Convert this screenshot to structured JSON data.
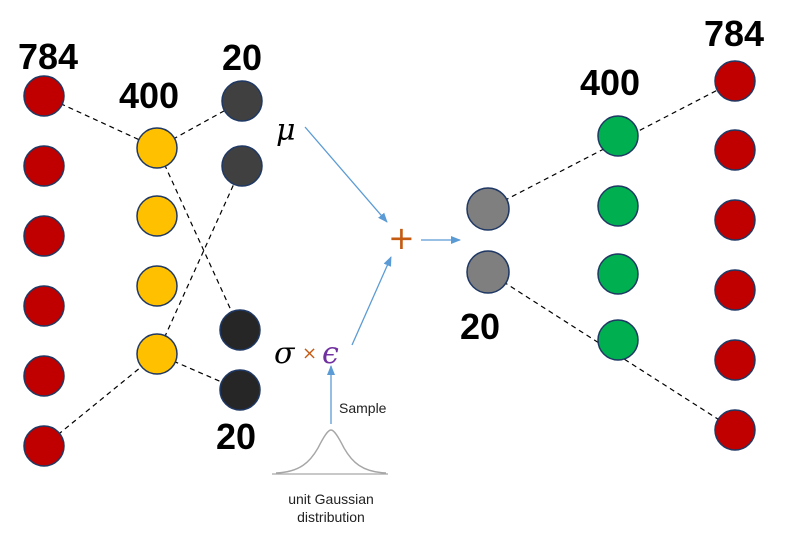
{
  "layer_labels": {
    "input": "784",
    "encoder_hidden": "400",
    "mu_size": "20",
    "sigma_size": "20",
    "latent": "20",
    "decoder_hidden": "400",
    "output": "784"
  },
  "symbols": {
    "mu": "μ",
    "sigma": "σ",
    "times": "×",
    "epsilon": "ϵ",
    "plus": "+"
  },
  "sample_label": "Sample",
  "gaussian_caption": [
    "unit Gaussian",
    "distribution"
  ],
  "colors": {
    "input_nodes": "#c00000",
    "encoder_hidden_nodes": "#ffc000",
    "mu_nodes": "#404040",
    "sigma_nodes": "#262626",
    "latent_nodes": "#7f7f7f",
    "decoder_hidden_nodes": "#00b050",
    "output_nodes": "#c00000",
    "arrows": "#5b9bd5",
    "plus": "#c55a11",
    "times": "#c55a11",
    "epsilon": "#7030a0",
    "dashed_lines": "#000000",
    "gaussian_curve": "#a6a6a6"
  }
}
